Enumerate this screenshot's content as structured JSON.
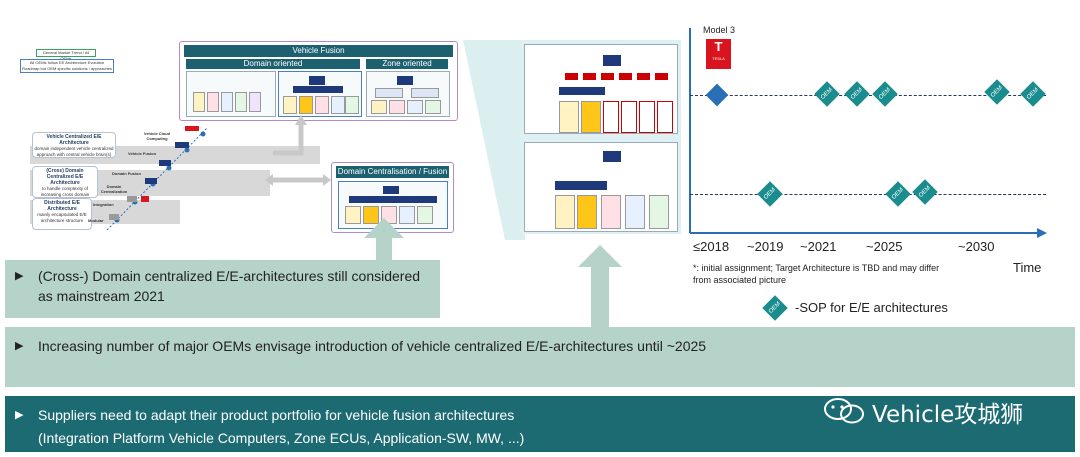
{
  "left": {
    "legend_top": "General Market Trend / All OEMs",
    "legend_bottom": "All OEMs follow EE Architecture Evolution Roadmap but OEM specific solutions / approaches",
    "vehicle_fusion_title": "Vehicle Fusion",
    "domain_oriented": "Domain oriented",
    "zone_oriented": "Zone oriented",
    "domain_centralisation_title": "Domain Centralisation / Fusion",
    "arch_vehicle_title": "Vehicle Centralized E/E Architecture",
    "arch_vehicle_sub": "domain independent vehicle centralized approach with central vehicle brain(s)",
    "arch_domain_title": "(Cross) Domain Centralized E/E Architecture",
    "arch_domain_sub": "to handle complexity of increasing cross domain functions",
    "arch_distributed_title": "Distributed E/E Architecture",
    "arch_distributed_sub": "mainly encapsulated E/E architecture structure",
    "stair_vehicle_cloud": "Vehicle Cloud Computing",
    "stair_vehicle_fusion": "Vehicle Fusion",
    "stair_domain_fusion": "Domain Fusion",
    "stair_domain_centralization": "Domain Centralization",
    "stair_integration": "Integration",
    "stair_modular": "Modular"
  },
  "timeline": {
    "model_label": "Model 3",
    "tesla_text": "TESLA",
    "ticks": [
      "≤2018",
      "~2019",
      "~2021",
      "~2025",
      "~2030"
    ],
    "time_label": "Time",
    "footnote": "*: initial assignment; Target Architecture is TBD and may differ from associated picture",
    "legend_text": "-SOP for E/E architectures",
    "oem_label": "OEM"
  },
  "bullets": {
    "b1": "(Cross-) Domain centralized E/E-architectures still considered as mainstream 2021",
    "b2": "Increasing number of major OEMs envisage introduction of vehicle centralized E/E-architectures until ~2025",
    "b3_line1": "Suppliers need to adapt their product portfolio for vehicle fusion architectures",
    "b3_line2": "(Integration Platform Vehicle Computers, Zone ECUs, Application-SW, MW, ...)",
    "bullet_symbol": "▶"
  },
  "watermark": "Vehicle攻城狮",
  "colors": {
    "teal_dark": "#1d6170",
    "teal_light": "#b5d3c9",
    "oem_diamond": "#1b8c8e",
    "tesla_red": "#d9141e"
  }
}
